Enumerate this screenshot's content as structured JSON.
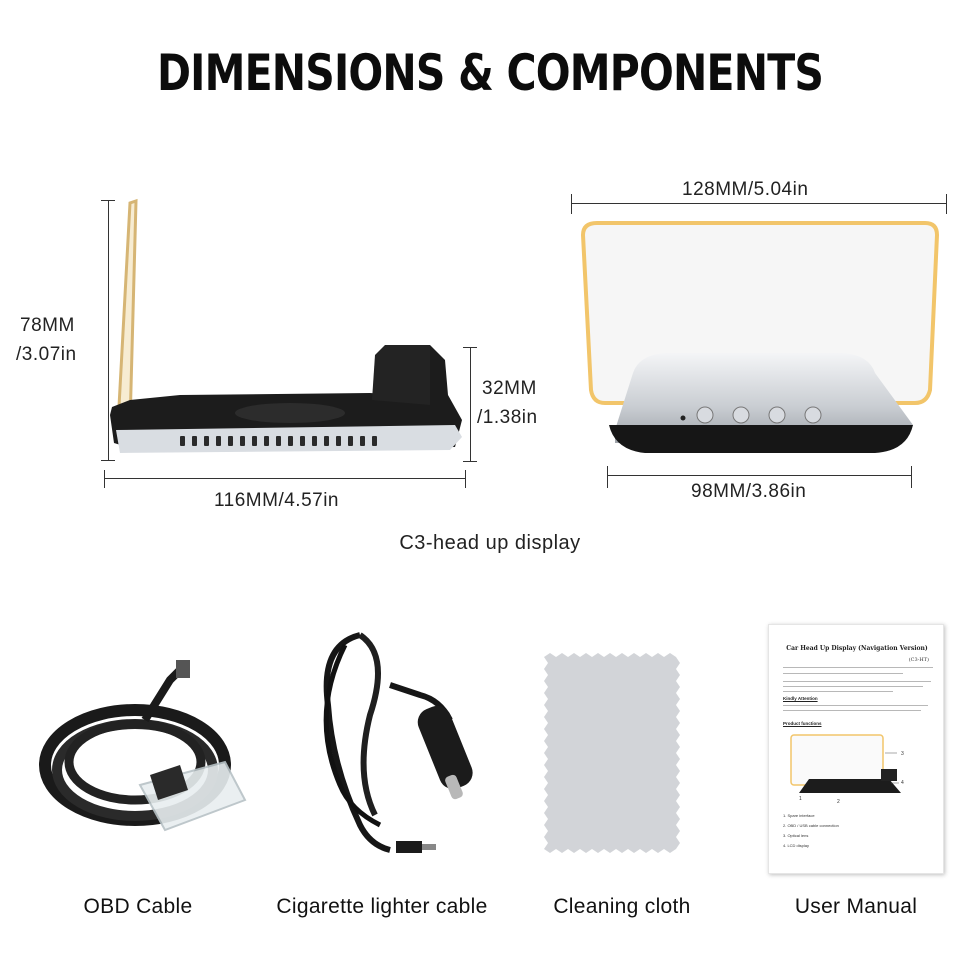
{
  "title": "DIMENSIONS & COMPONENTS",
  "dimensions": {
    "height_mm": "78MM",
    "height_in": "/3.07in",
    "side_height_mm": "32MM",
    "side_height_in": "/1.38in",
    "length": "116MM/4.57in",
    "screen_width": "128MM/5.04in",
    "base_width": "98MM/3.86in"
  },
  "product_name": "C3-head up display",
  "accessories": [
    {
      "label": "OBD Cable",
      "icon": "obd-cable"
    },
    {
      "label": "Cigarette lighter cable",
      "icon": "cigarette-lighter-cable"
    },
    {
      "label": "Cleaning cloth",
      "icon": "cleaning-cloth"
    },
    {
      "label": "User Manual",
      "icon": "user-manual"
    }
  ],
  "manual": {
    "title": "Car Head Up Display (Navigation Version)",
    "code": "(C3-HT)",
    "section1": "Kindly Attention",
    "section2": "Product functions",
    "callouts": [
      "3",
      "4",
      "1",
      "2"
    ],
    "items": [
      "1. Spare interface",
      "2. OBD / USB cable connection",
      "3. Optical lens",
      "4. LCD display"
    ]
  },
  "colors": {
    "glow": "#f2c56a",
    "body_black": "#1c1c1c",
    "body_silver": "#d9dde2",
    "cloth": "#d2d4d8"
  }
}
